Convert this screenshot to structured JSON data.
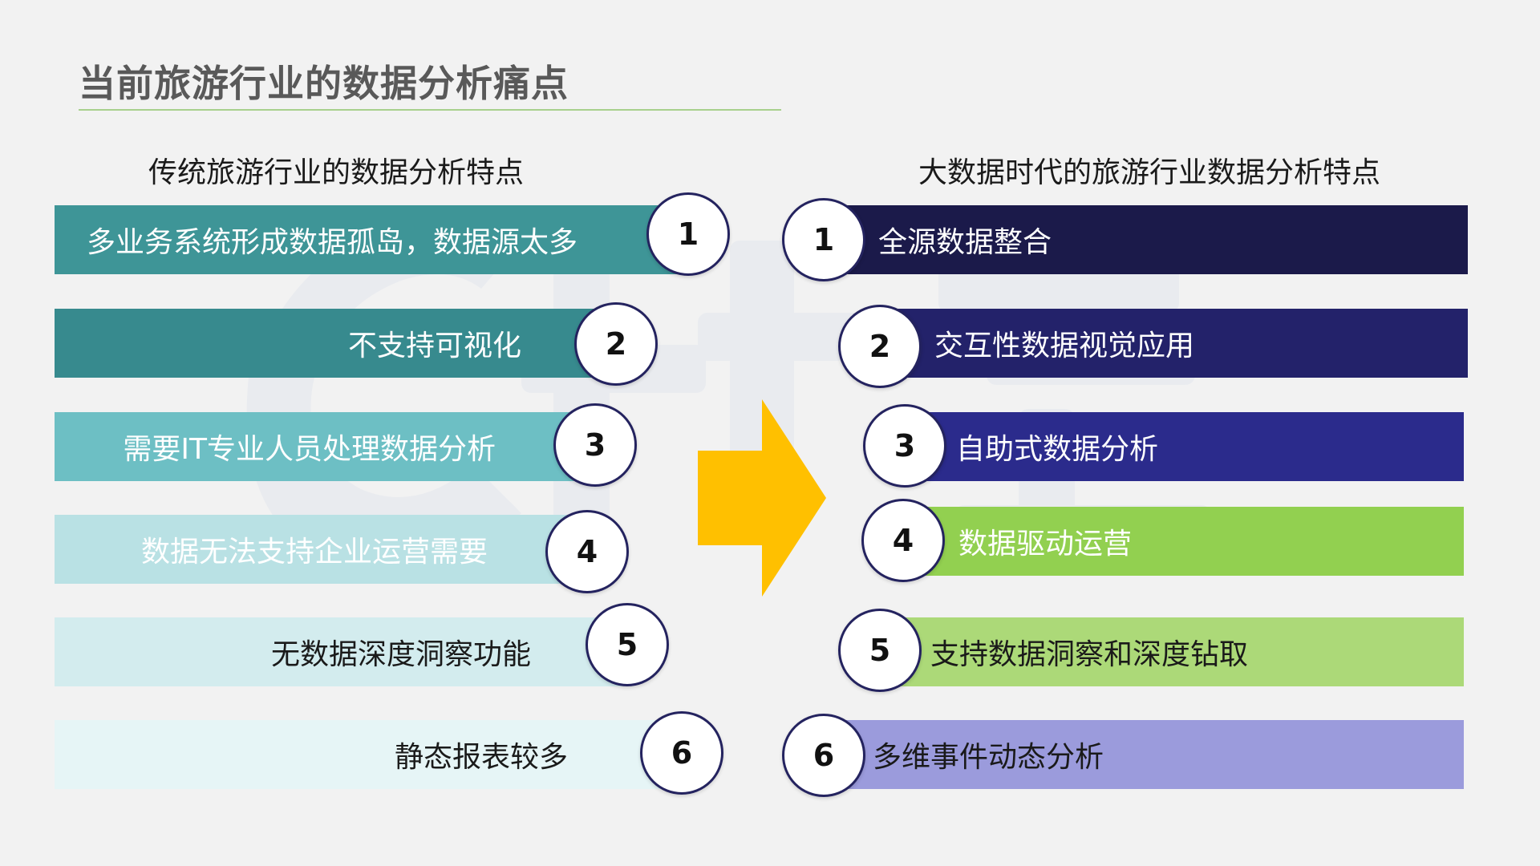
{
  "title": "当前旅游行业的数据分析痛点",
  "left": {
    "heading": "传统旅游行业的数据分析特点",
    "items": [
      {
        "num": "1",
        "text": "多业务系统形成数据孤岛，数据源太多"
      },
      {
        "num": "2",
        "text": "不支持可视化"
      },
      {
        "num": "3",
        "text": "需要IT专业人员处理数据分析"
      },
      {
        "num": "4",
        "text": "数据无法支持企业运营需要"
      },
      {
        "num": "5",
        "text": "无数据深度洞察功能"
      },
      {
        "num": "6",
        "text": "静态报表较多"
      }
    ]
  },
  "right": {
    "heading": "大数据时代的旅游行业数据分析特点",
    "items": [
      {
        "num": "1",
        "text": "全源数据整合"
      },
      {
        "num": "2",
        "text": "交互性数据视觉应用"
      },
      {
        "num": "3",
        "text": "自助式数据分析"
      },
      {
        "num": "4",
        "text": "数据驱动运营"
      },
      {
        "num": "5",
        "text": "支持数据洞察和深度钻取"
      },
      {
        "num": "6",
        "text": "多维事件动态分析"
      }
    ]
  },
  "colors": {
    "left_bars": [
      "#3e9597",
      "#378a8e",
      "#6dbfc4",
      "#b9e1e4",
      "#d3ecee",
      "#e6f5f6"
    ],
    "right_bars": [
      "#1b1a4a",
      "#23226a",
      "#2b2b8c",
      "#92d050",
      "#acd978",
      "#9b9bdc"
    ],
    "arrow": "#ffc000",
    "circle_border": "#24235f"
  }
}
